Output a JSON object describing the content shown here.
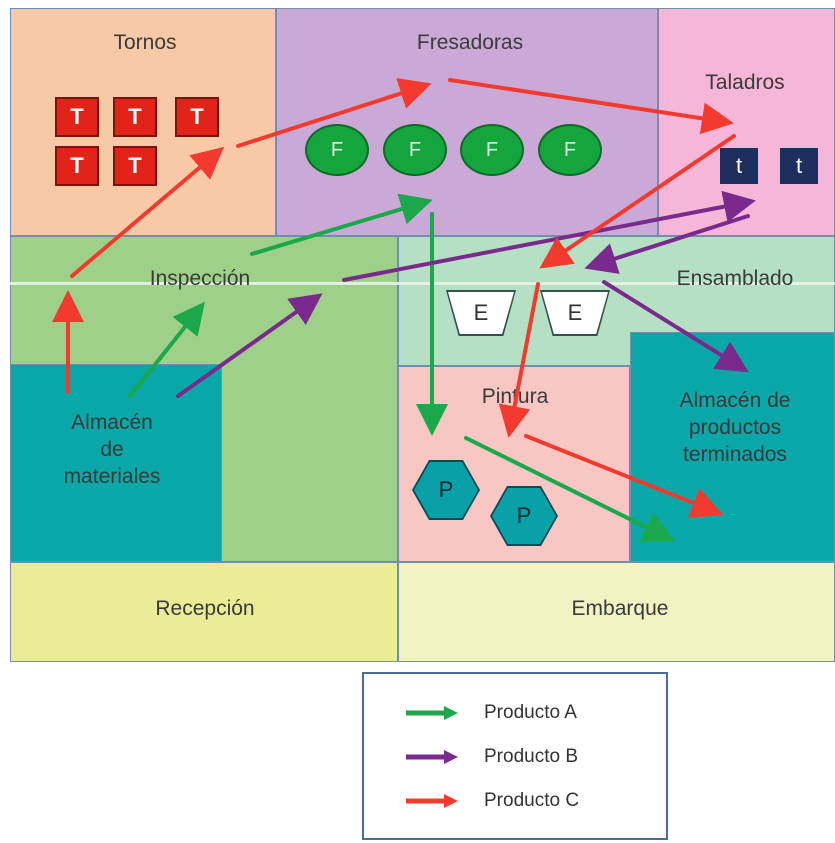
{
  "areas": {
    "tornos": "Tornos",
    "fresadoras": "Fresadoras",
    "taladros": "Taladros",
    "inspeccion": "Inspección",
    "ensamblado": "Ensamblado",
    "almacen_materiales": "Almacén\nde\nmateriales",
    "pintura": "Pintura",
    "almacen_terminados": "Almacén de\nproductos\nterminados",
    "recepcion": "Recepción",
    "embarque": "Embarque"
  },
  "machines": {
    "torno": "T",
    "fresadora": "F",
    "taladro": "t",
    "ensamble": "E",
    "pintura": "P"
  },
  "legend": {
    "items": [
      {
        "label": "Producto A",
        "color": "#1aa84a"
      },
      {
        "label": "Producto B",
        "color": "#7a2a8c"
      },
      {
        "label": "Producto C",
        "color": "#f23b2e"
      }
    ]
  },
  "colors": {
    "tornos_bg": "#f8c9a6",
    "fresadoras_bg": "#cba9d6",
    "taladros_bg": "#f6b6d8",
    "inspeccion_bg": "#9fd08a",
    "ensamblado_bg": "#b5e0c4",
    "almacen_bg": "#0aa7a8",
    "pintura_bg": "#f8c7c4",
    "recepcion_bg": "#eaed96",
    "embarque_bg": "#f1f3c2"
  }
}
